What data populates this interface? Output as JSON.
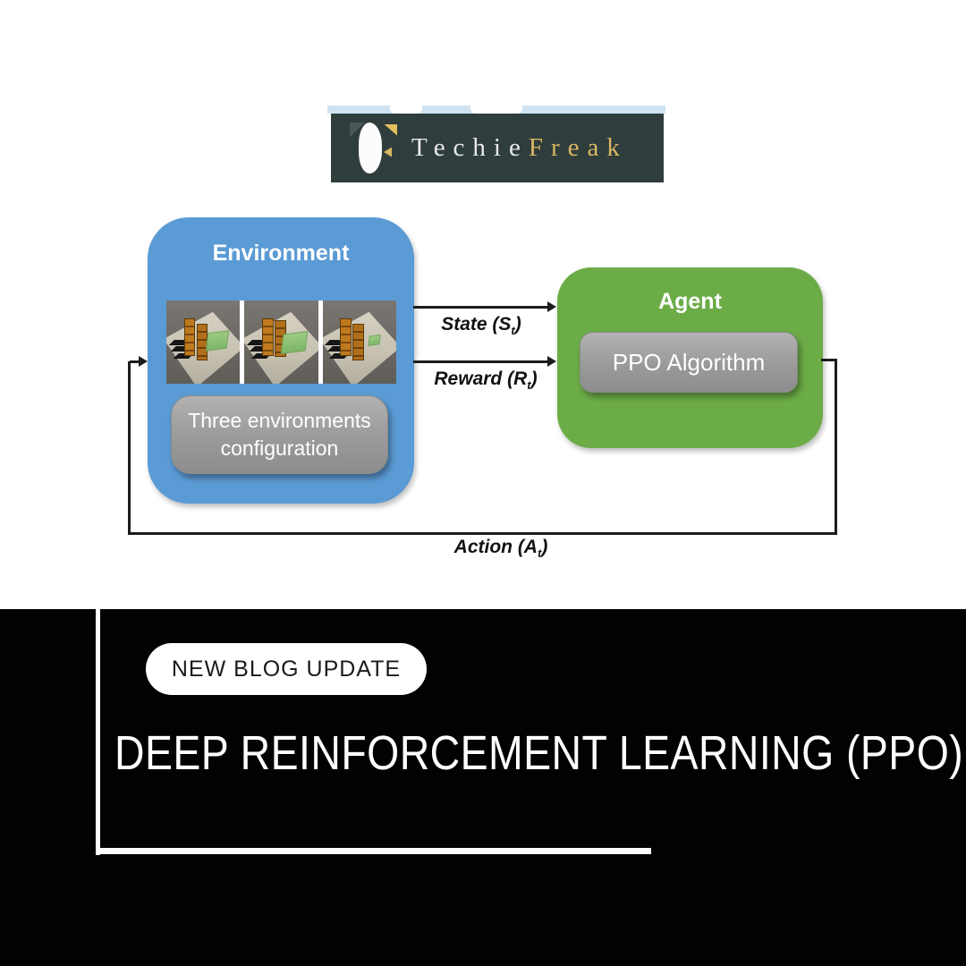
{
  "logo": {
    "brand_first": "Techie",
    "brand_second": "Freak"
  },
  "diagram": {
    "environment": {
      "title": "Environment",
      "config_label": "Three environments configuration"
    },
    "agent": {
      "title": "Agent",
      "algorithm": "PPO Algorithm"
    },
    "labels": {
      "state": {
        "pre": "State (S",
        "sub": "t",
        "post": ")"
      },
      "reward": {
        "pre": "Reward (R",
        "sub": "t",
        "post": ")"
      },
      "action": {
        "pre": "Action (A",
        "sub": "t",
        "post": ")"
      }
    }
  },
  "banner": {
    "badge": "NEW BLOG UPDATE",
    "title": "DEEP REINFORCEMENT LEARNING (PPO)"
  },
  "colors": {
    "environment_box": "#5B9BD5",
    "agent_box": "#6CAC47",
    "gray_box": "#9A9A9A",
    "logo_background": "#2F3D3C",
    "logo_gold": "#D8B763",
    "banner_background": "#020202",
    "strip_blue": "#CFE4F0"
  }
}
